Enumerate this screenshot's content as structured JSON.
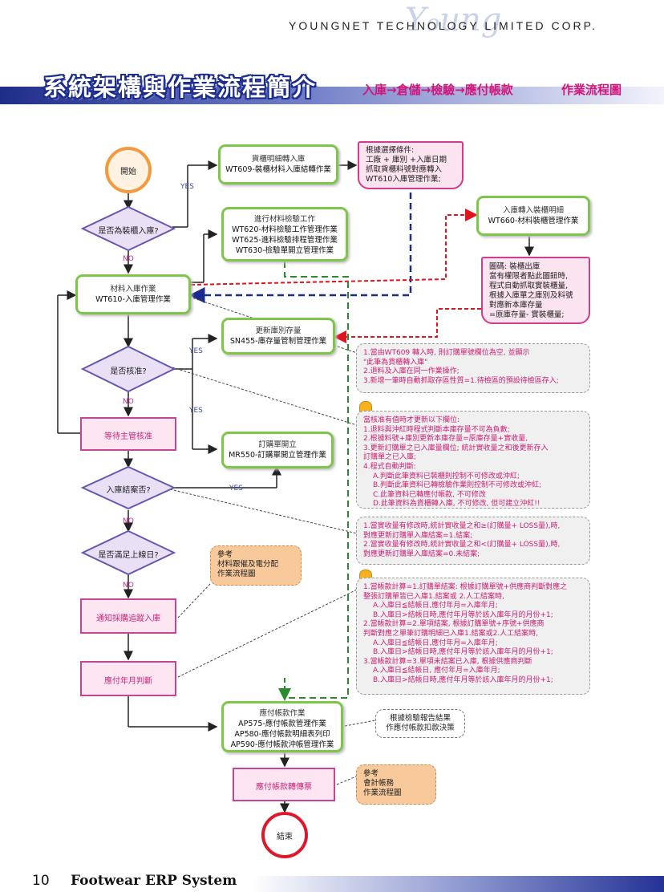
{
  "header": {
    "company": "YOUNGNET TECHNOLOGY LIMITED CORP.",
    "title": "系統架構與作業流程簡介",
    "subtitle": "入庫→倉儲→檢驗→應付帳款",
    "subtitle2": "作業流程圖"
  },
  "footer": {
    "page_number": "10",
    "text": "Footwear ERP System"
  },
  "flow": {
    "start": "開始",
    "end": "結束",
    "decision_import": "是否為裝櫃入庫?",
    "decision_approve": "是否核准?",
    "decision_close": "入庫結案否?",
    "decision_upper": "是否滿足上線日?",
    "material_in": [
      "材料入庫作業",
      "WT610-入庫管理作業"
    ],
    "wait_approve": "等待主管核准",
    "notify": "通知採購追蹤入庫",
    "payment_month": "應付年月判斷",
    "payment_voucher": "應付帳款轉傳票",
    "cargo_detail": [
      "貨櫃明細轉入庫",
      "WT609-裝櫃材料入庫結轉作業"
    ],
    "inspection": [
      "進行材料檢驗工作",
      "WT620-材料檢驗工作管理作業",
      "WT625-進料檢驗排程管理作業",
      "WT630-檢驗單開立管理作業"
    ],
    "stock_update": [
      "更新庫別存量",
      "SN455-庫存量管制管理作業"
    ],
    "po_open": [
      "訂購單開立",
      "MR550-訂購單開立管理作業"
    ],
    "payable": [
      "應付帳款作業",
      "AP575-應付帳款管理作業",
      "AP580-應付帳款明細表列印",
      "AP590-應付帳款沖帳管理作業"
    ],
    "container_in": [
      "入庫轉入裝櫃明細",
      "WT660-材料裝櫃管理作業"
    ],
    "select_cond": [
      "根據選擇條件:",
      "工廠 + 庫別 +入庫日期",
      "抓取貨櫃料號對應轉入",
      "WT610入庫管理作業;"
    ],
    "pic_note": [
      "圖碼: 裝櫃出庫",
      "當有權限者點此圖鈕時,",
      "程式自動抓取實裝櫃量,",
      "根據入庫單之庫別及料號",
      "對應新本庫存量",
      "=原庫存量- 實裝櫃量;"
    ],
    "labels": {
      "yes": "YES",
      "no": "NO"
    }
  },
  "notes": {
    "note1": [
      "1.當由WT609 轉入時, 則訂購單號欄位為空, 並顯示",
      "   \"此筆為貨櫃轉入庫\"",
      "2.退料及入庫在同一作業操作;",
      "3.新增一筆時自動抓取存區性質=1.待檢區的預設待檢區存入;"
    ],
    "note2": [
      "當核准有值時才更新以下欄位:",
      "1.退料與沖紅時程式判斷本庫存量不可為負數;",
      "2.根據料號+庫別更新本庫存量=原庫存量+實收量,",
      "3.更新訂購單之已入庫量欄位; 統計實收量之和後更新存入",
      "   訂購單之已入庫;",
      "4.程式自動判斷:",
      "A.判斷此筆資料已裝櫃則控制不可修改或沖紅;",
      "B.判斷此筆資料已轉檢驗作業則控制不可修改或沖紅;",
      "C.此筆資料已轉應付帳款, 不可修改",
      "D.此筆資料為貨櫃轉入庫, 不可修改, 但可建立沖紅!!"
    ],
    "note3": [
      "1.當實收量有修改時,統計實收量之和≥(訂購量+ LOSS量),時,",
      "   對應更新訂購單入庫結案=1.結案;",
      "2.當實收量有修改時,統計實收量之和<(訂購量+ LOSS量),時,",
      "   對應更新訂購單入庫結案=0.未結案;"
    ],
    "note4": [
      "1.當帳款計算=1.訂購單結案: 根據訂購單號+供應商判斷對應之",
      "   整張訂購單皆已入庫1.結案或 2.人工結案時,",
      "A.入庫日≦結帳日,應付年月=入庫年月;",
      "B.入庫日>結帳日時,應付年月等於該入庫年月的月份+1;",
      "2.當帳款計算=2.單項結案, 根據訂購單號+序號+供應商",
      "   判斷對應之單筆訂購明細已入庫1.結案或2.人工結案時,",
      "A.入庫日≦結帳日,應付年月=入庫年月;",
      "B.入庫日>結帳日時,應付年月等於該入庫年月的月份+1;",
      "3.當帳款計算=3.單項未結案已入庫, 根據供應商判斷",
      "A.入庫日≦結帳日, 應付年月=入庫年月;",
      "B.入庫日>結帳日時,應付年月等於該入庫年月的月份+1;"
    ],
    "ref1": [
      "參考",
      "材料跟催及電分配",
      "作業流程圖"
    ],
    "ref2": [
      "參考",
      "會計帳務",
      "作業流程圖"
    ],
    "gray": [
      "根據檢驗報告結果",
      "作應付帳款扣款決策"
    ]
  }
}
